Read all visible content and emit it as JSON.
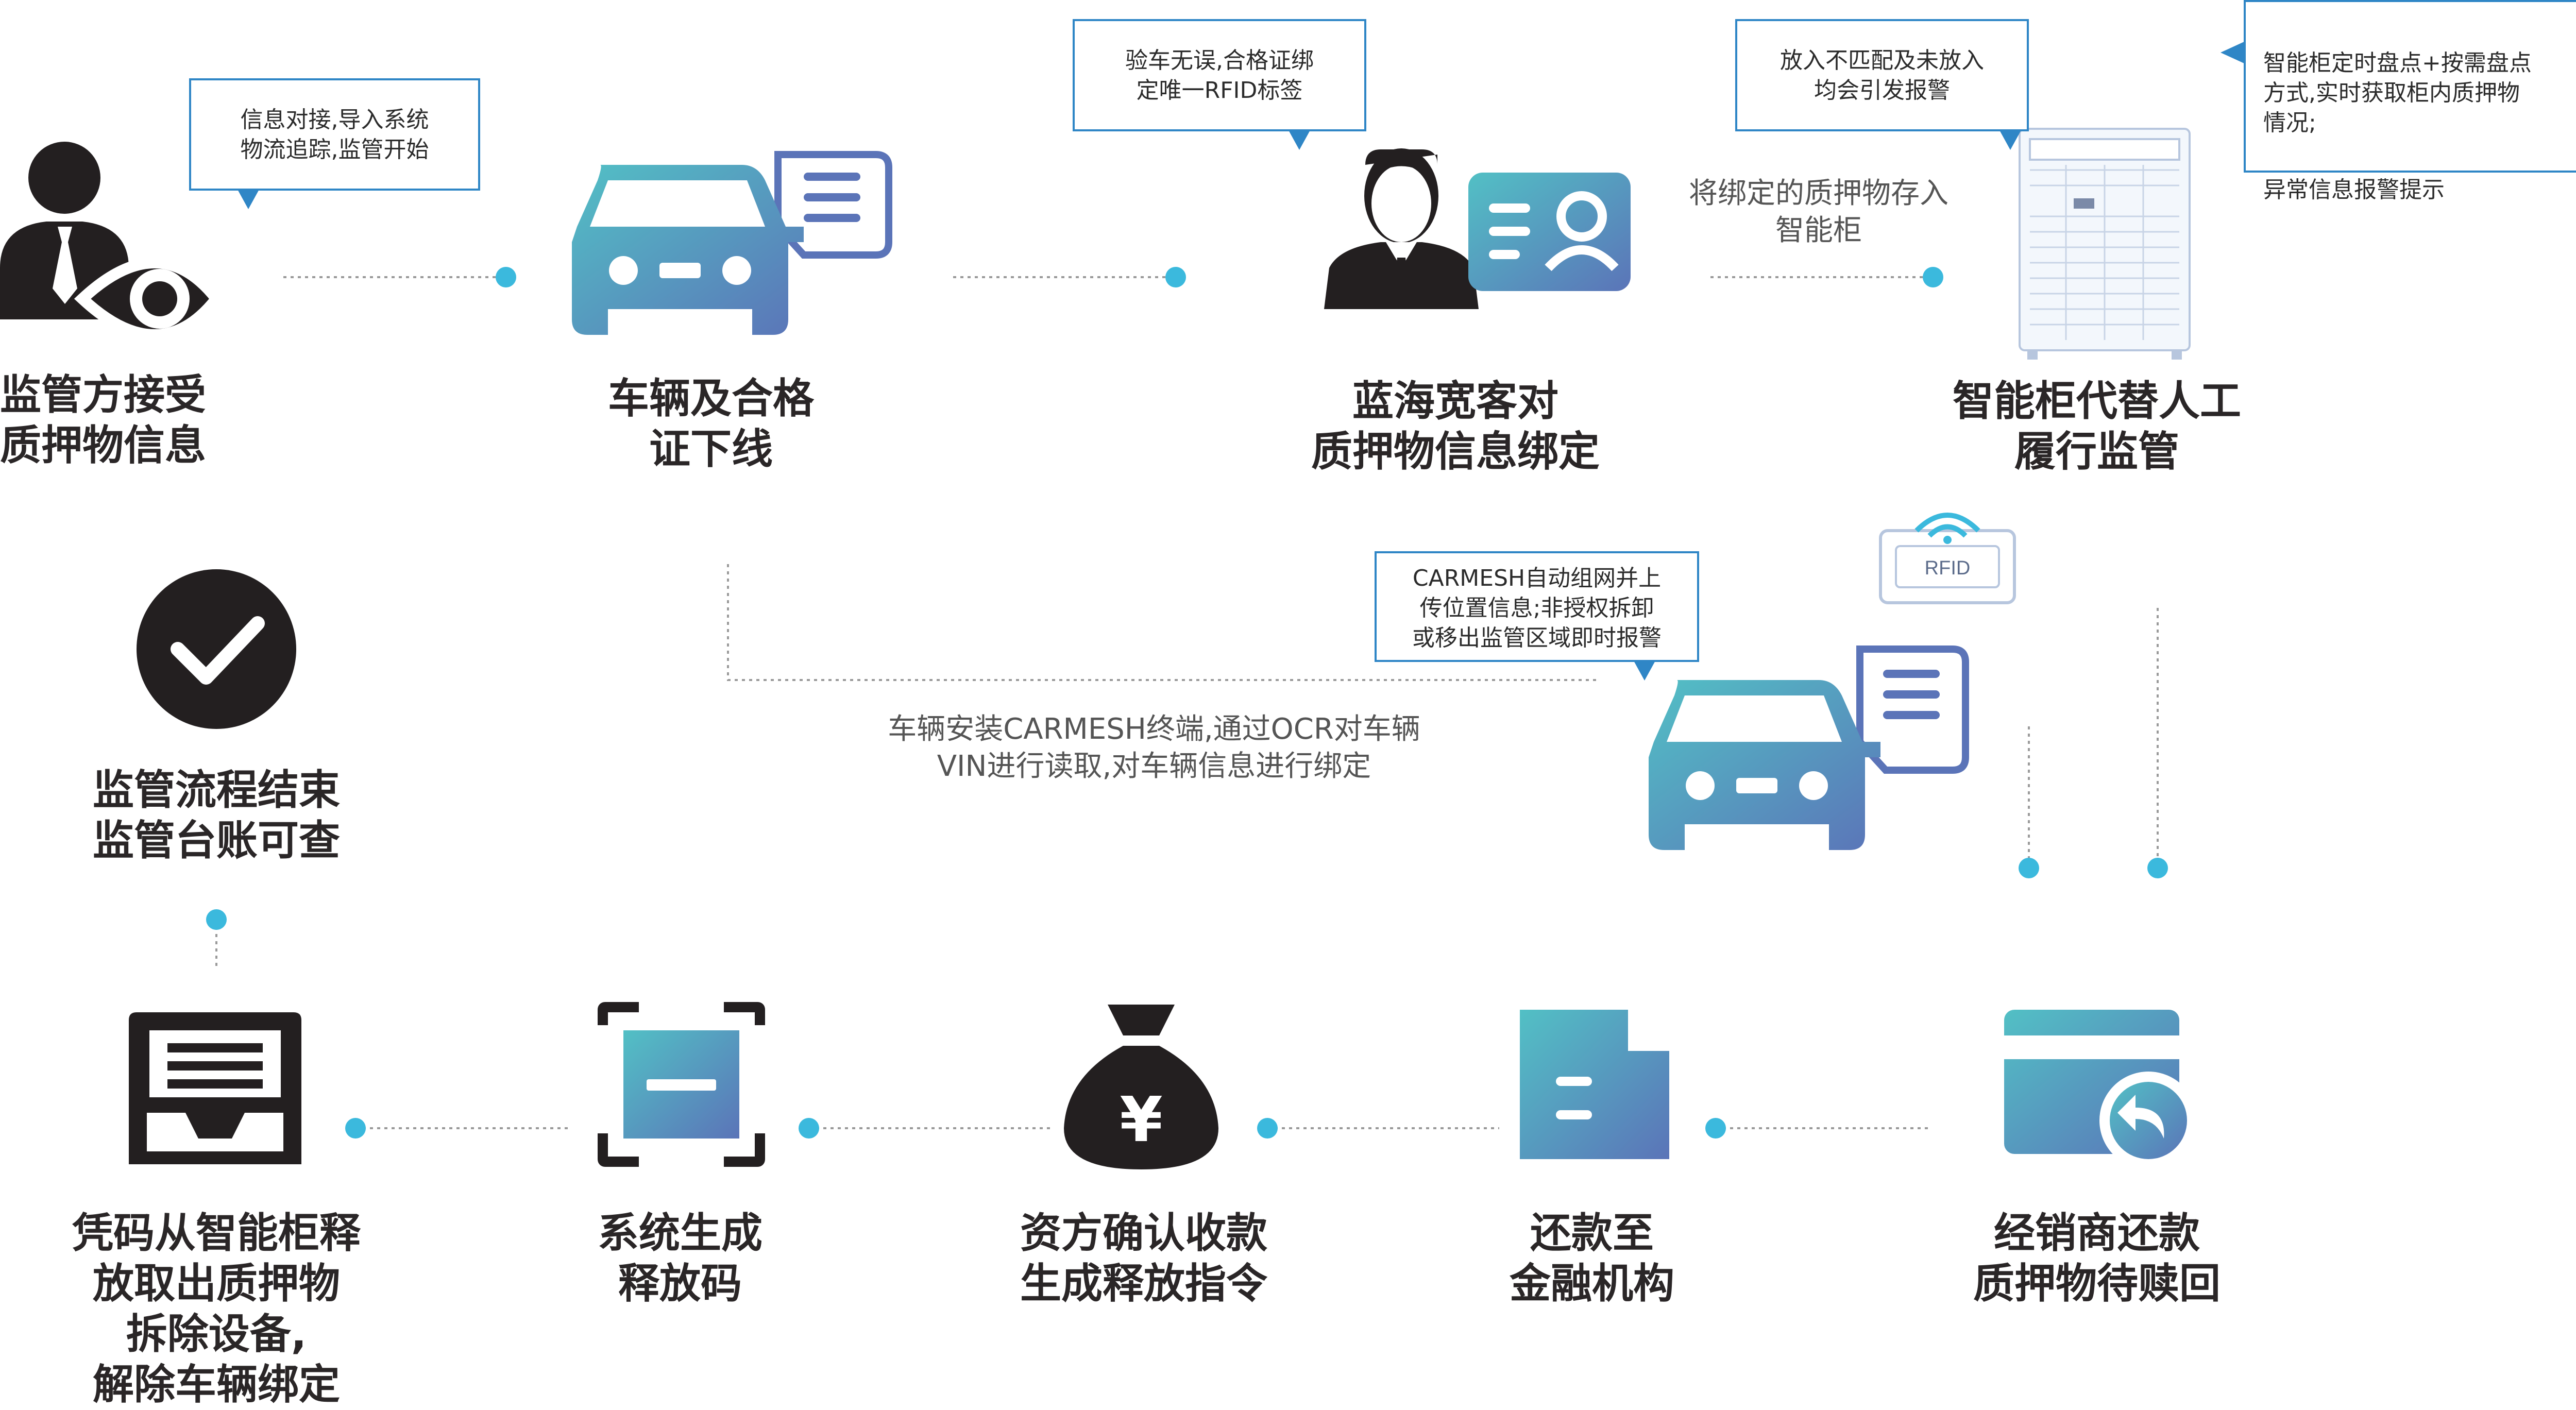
{
  "steps": {
    "s1": "监管方接受\n质押物信息",
    "s2": "车辆及合格\n证下线",
    "s3": "蓝海宽客对\n质押物信息绑定",
    "s4": "智能柜代替人工\n履行监管",
    "s5": "监管流程结束\n监管台账可查",
    "s6": "经销商还款\n质押物待赎回",
    "s7": "还款至\n金融机构",
    "s8": "资方确认收款\n生成释放指令",
    "s9": "系统生成\n释放码",
    "s10": "凭码从智能柜释\n放取出质押物\n拆除设备,\n解除车辆绑定"
  },
  "callouts": {
    "c1": "信息对接,导入系统\n物流追踪,监管开始",
    "c2": "验车无误,合格证绑\n定唯一RFID标签",
    "c3": "放入不匹配及未放入\n均会引发报警",
    "c4_line1": "智能柜定时盘点+按需盘点\n方式,实时获取柜内质押物\n情况;",
    "c4_line2": "异常信息报警提示",
    "c5": "CARMESH自动组网并上\n传位置信息;非授权拆卸\n或移出监管区域即时报警"
  },
  "notes": {
    "store": "将绑定的质押物存入\n智能柜",
    "install": "车辆安装CARMESH终端,通过OCR对车辆\nVIN进行读取,对车辆信息进行绑定"
  },
  "icon_labels": {
    "rfid": "RFID",
    "yen": "¥"
  },
  "colors": {
    "gradient_start": "#52c0c5",
    "gradient_end": "#5b74b8",
    "dark": "#231f20",
    "dot": "#3bb9dd",
    "callout_border": "#2f86c6"
  }
}
